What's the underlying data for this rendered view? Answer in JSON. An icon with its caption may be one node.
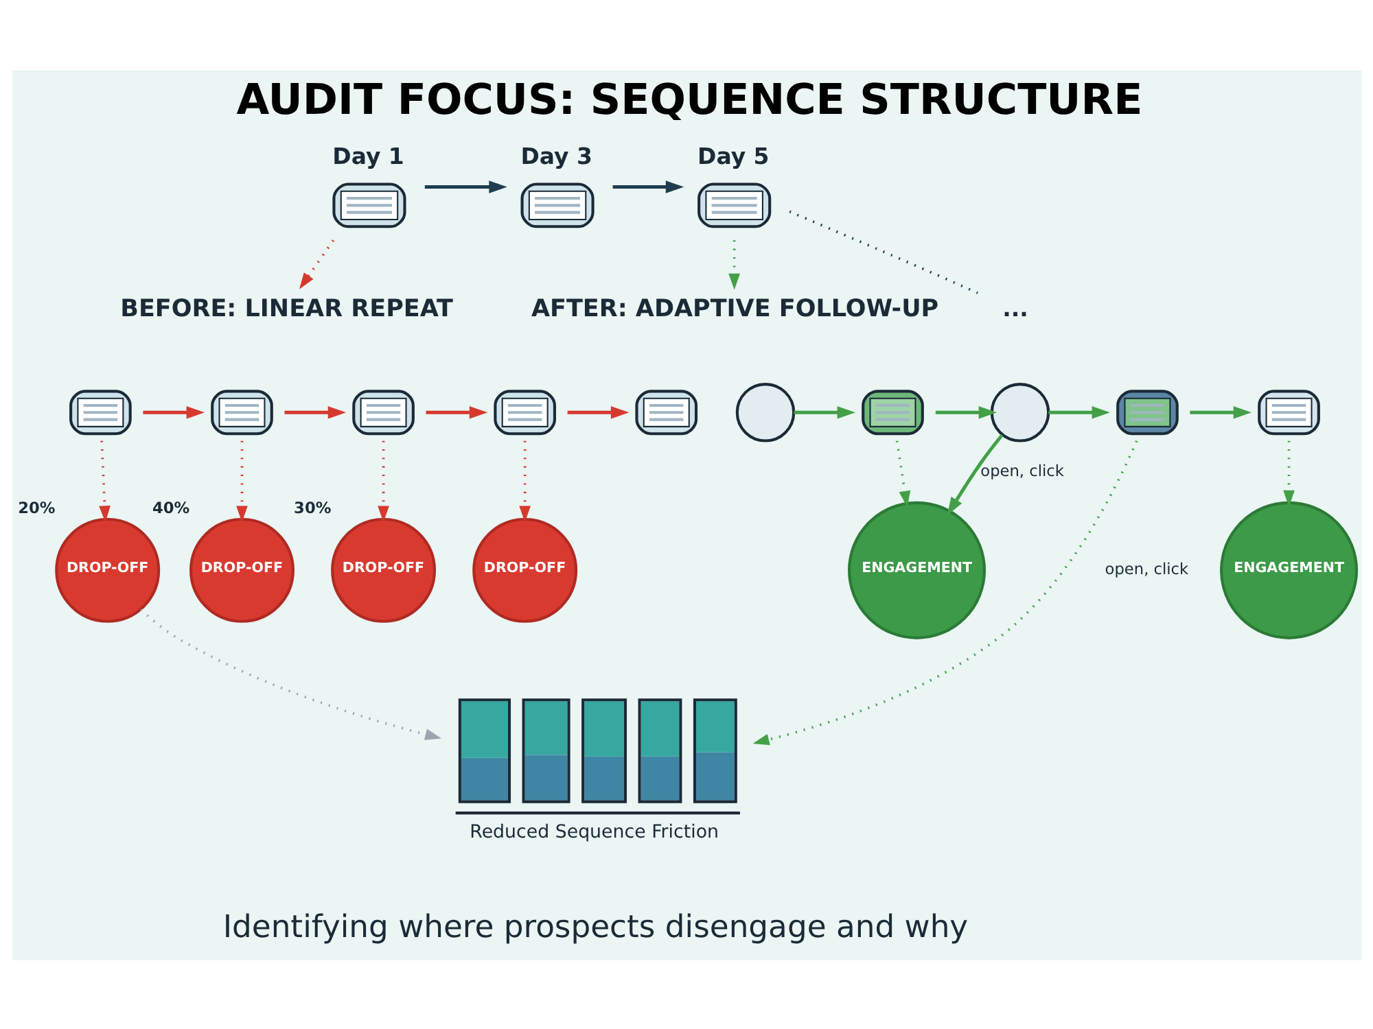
{
  "diagram": {
    "title": "AUDIT FOCUS: SEQUENCE STRUCTURE",
    "caption": "Identifying where prospects disengage and why",
    "nodes": [
      {
        "text": [
          "Day 1"
        ]
      },
      {
        "text": [
          "Day 3"
        ]
      },
      {
        "text": [
          "Day 5"
        ]
      },
      {
        "text": [
          "..."
        ]
      },
      {
        "text": [
          "BEFORE: LINEAR REPEAT"
        ]
      },
      {
        "text": [
          "AFTER: ADAPTIVE FOLLOW-UP"
        ]
      },
      {
        "text": [],
        "shape": "picture"
      },
      {
        "text": [],
        "shape": "picture"
      },
      {
        "text": [],
        "shape": "picture"
      },
      {
        "text": [],
        "shape": "picture"
      },
      {
        "text": [],
        "shape": "picture"
      },
      {
        "text": [],
        "shape": "person"
      },
      {
        "text": [],
        "shape": "picture"
      },
      {
        "text": [],
        "shape": "person"
      },
      {
        "text": [],
        "shape": "picture"
      },
      {
        "text": [],
        "shape": "picture"
      },
      {
        "text": [
          "DROP-OFF"
        ],
        "beside": [
          "20%"
        ]
      },
      {
        "text": [
          "DROP-OFF"
        ],
        "beside": [
          "40%"
        ]
      },
      {
        "text": [
          "DROP-OFF"
        ],
        "beside": [
          "30%"
        ]
      },
      {
        "text": [
          "DROP-OFF"
        ]
      },
      {
        "text": [
          "ENGAGEMENT"
        ]
      },
      {
        "text": [
          "ENGAGEMENT"
        ]
      },
      {
        "text": [
          "Reduced Sequence Friction"
        ]
      }
    ],
    "edges": [
      {
        "from": 0,
        "to": 1,
        "arrow": "to",
        "color": "#1f3d4f"
      },
      {
        "from": 1,
        "to": 2,
        "arrow": "to",
        "color": "#1f3d4f"
      },
      {
        "from": 0,
        "to": 4,
        "arrow": "to",
        "style": "dashed"
      },
      {
        "from": 2,
        "to": 5,
        "arrow": "to",
        "style": "dashed",
        "color": "#43a047"
      },
      {
        "from": 2,
        "to": 3,
        "arrow": "none",
        "style": "dashed",
        "color": "#1f3d4f"
      },
      {
        "from": 6,
        "to": 7,
        "arrow": "to"
      },
      {
        "from": 7,
        "to": 8,
        "arrow": "to"
      },
      {
        "from": 8,
        "to": 9,
        "arrow": "to"
      },
      {
        "from": 9,
        "to": 10,
        "arrow": "to"
      },
      {
        "from": 6,
        "to": 16,
        "arrow": "to",
        "style": "dashed"
      },
      {
        "from": 7,
        "to": 17,
        "arrow": "to",
        "style": "dashed"
      },
      {
        "from": 8,
        "to": 18,
        "arrow": "to",
        "style": "dashed"
      },
      {
        "from": 9,
        "to": 19,
        "arrow": "to",
        "style": "dashed"
      },
      {
        "from": 16,
        "to": 22,
        "arrow": "to",
        "style": "dashed",
        "color": "#9aa5ad"
      },
      {
        "from": 11,
        "to": 12,
        "arrow": "to",
        "color": "#43a047"
      },
      {
        "from": 12,
        "to": 13,
        "arrow": "to",
        "color": "#43a047"
      },
      {
        "from": 13,
        "to": 14,
        "arrow": "to",
        "color": "#43a047"
      },
      {
        "from": 14,
        "to": 15,
        "arrow": "to",
        "color": "#43a047"
      },
      {
        "from": 12,
        "to": 20,
        "arrow": "to",
        "style": "dashed",
        "color": "#43a047"
      },
      {
        "from": 13,
        "to": 20,
        "arrow": "to",
        "label": "open, click",
        "color": "#43a047"
      },
      {
        "from": 14,
        "to": 22,
        "arrow": "to",
        "label": "open, click",
        "style": "dashed",
        "color": "#43a047"
      },
      {
        "from": 15,
        "to": 21,
        "arrow": "to",
        "style": "dashed",
        "color": "#43a047"
      }
    ]
  }
}
